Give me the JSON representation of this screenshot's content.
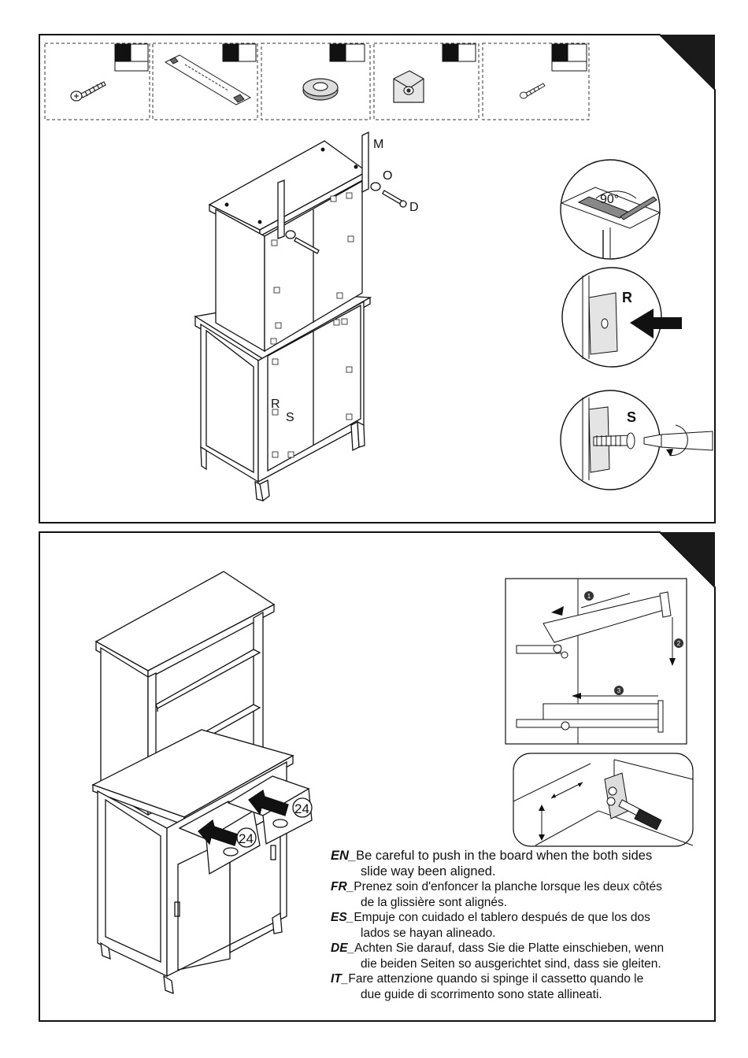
{
  "step1": {
    "callout_labels": {
      "m": "M",
      "o": "O",
      "d": "D",
      "r": "R",
      "s": "S",
      "rs_r": "R",
      "rs_s": "S"
    },
    "angle_label": "90°",
    "hardware_icons": [
      "screw-icon",
      "strap-icon",
      "washer-icon",
      "anchor-plate-icon",
      "small-screw-icon"
    ]
  },
  "step2": {
    "drawer_labels": [
      "24",
      "24"
    ],
    "slide_steps": [
      "1",
      "2",
      "3"
    ],
    "instructions": [
      {
        "code": "EN_",
        "line1": "Be careful to push in the board when the both sides",
        "line2": "slide way been aligned."
      },
      {
        "code": "FR_",
        "line1": "Prenez soin d'enfoncer la planche lorsque les deux côtés",
        "line2": "de la glissière sont alignés."
      },
      {
        "code": "ES_",
        "line1": "Empuje con cuidado el tablero después de que los dos",
        "line2": "lados se hayan alineado."
      },
      {
        "code": "DE_",
        "line1": "Achten Sie darauf, dass Sie die Platte einschieben, wenn",
        "line2": "die beiden Seiten so ausgerichtet sind, dass sie gleiten."
      },
      {
        "code": "IT_",
        "line1": "Fare attenzione quando si spinge il cassetto quando le",
        "line2": "due guide di scorrimento sono state allineati."
      }
    ]
  }
}
